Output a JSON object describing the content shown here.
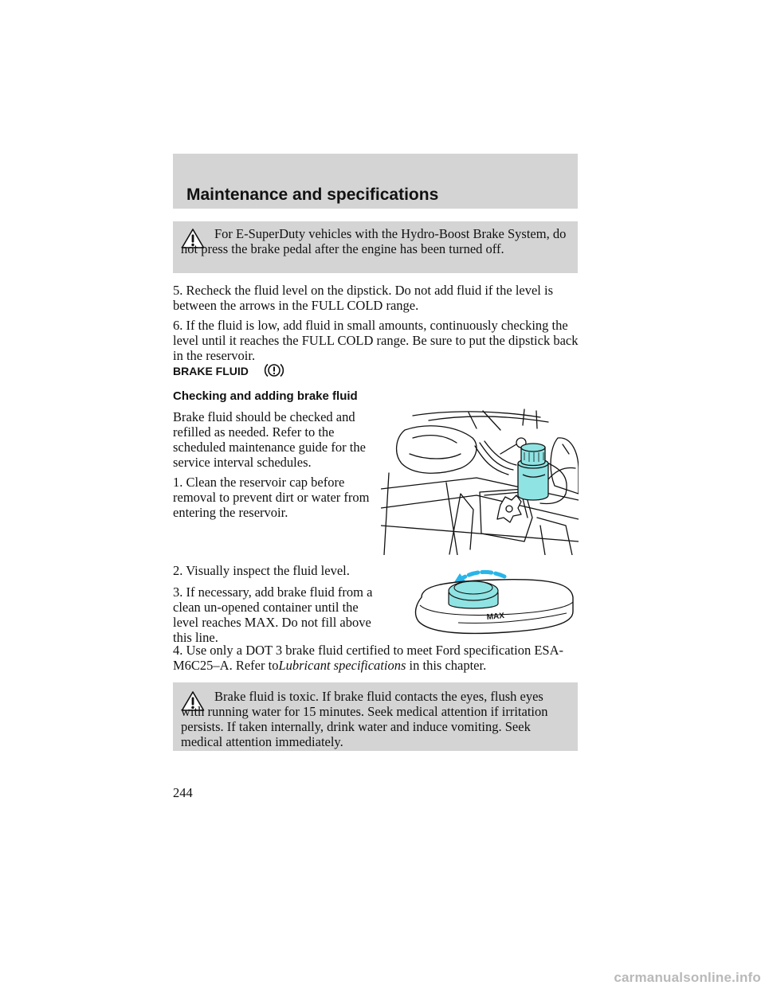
{
  "header": {
    "title": "Maintenance and specifications"
  },
  "warning_1": {
    "text": "For E-SuperDuty vehicles with the Hydro-Boost Brake System, do not press the brake pedal after the engine has been turned off."
  },
  "steps_top": [
    "5. Recheck the fluid level on the dipstick. Do not add fluid if the level is between the arrows in the FULL COLD range.",
    "6. If the fluid is low, add fluid in small amounts, continuously checking the level until it reaches the FULL COLD range. Be sure to put the dipstick back in the reservoir."
  ],
  "section": {
    "title": "BRAKE FLUID",
    "subtitle": "Checking and adding brake fluid"
  },
  "intro": "Brake fluid should be checked and refilled as needed. Refer to the scheduled maintenance guide for the service interval schedules.",
  "steps": [
    "1. Clean the reservoir cap before removal to prevent dirt or water from entering the reservoir.",
    "2. Visually inspect the fluid level.",
    "3. If necessary, add brake fluid from a clean un-opened container until the level reaches MAX. Do not fill above this line."
  ],
  "step4": {
    "text_before": "4. Use only a DOT 3 brake fluid certified to meet Ford specification ESA-M6C25–A. Refer to",
    "link_text": "Lubricant specifications",
    "text_after": "in this chapter."
  },
  "warning_2": {
    "text": "Brake fluid is toxic. If brake fluid contacts the eyes, flush eyes with running water for 15 minutes. Seek medical attention if irritation persists. If taken internally, drink water and induce vomiting. Seek medical attention immediately."
  },
  "figure_reservoir": {
    "label": "MAX"
  },
  "colors": {
    "band": "#d4d4d4",
    "highlight": "#8fe3e3",
    "arrow": "#29b5e8"
  },
  "page_number": "244",
  "watermark": "carmanualsonline.info"
}
